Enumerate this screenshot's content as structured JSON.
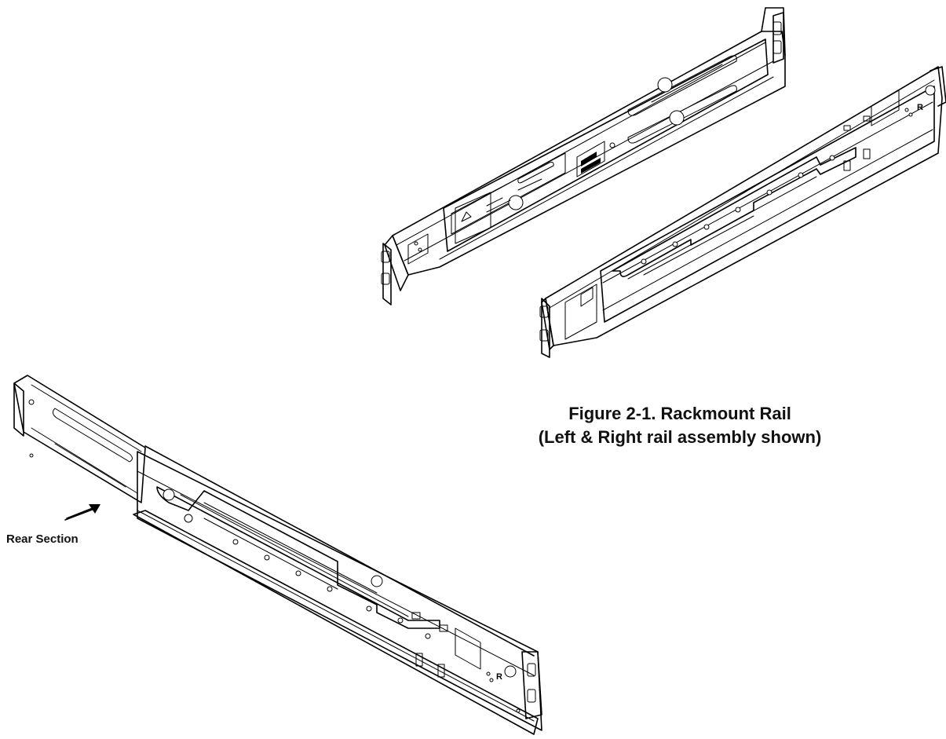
{
  "figure": {
    "caption_line1": "Figure 2-1. Rackmount Rail",
    "caption_line2": "(Left & Right rail assembly shown)"
  },
  "callouts": {
    "rear_section": "Rear Section"
  },
  "rail_marks": {
    "right_rail": "R",
    "large_rail": "R"
  }
}
